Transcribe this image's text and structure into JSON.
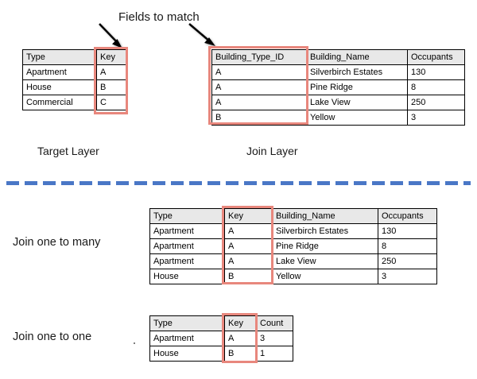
{
  "annotations": {
    "fields_to_match": "Fields to match",
    "target_layer": "Target Layer",
    "join_layer": "Join Layer",
    "join_one_to_many": "Join one to many",
    "join_one_to_one": "Join one to one"
  },
  "colors": {
    "highlight": "#e8877d",
    "header_fill": "#e8e8e8",
    "divider": "#4a77c6",
    "border": "#000000"
  },
  "tables": {
    "target_layer": {
      "headers": [
        "Type",
        "Key"
      ],
      "rows": [
        [
          "Apartment",
          "A"
        ],
        [
          "House",
          "B"
        ],
        [
          "Commercial",
          "C"
        ]
      ],
      "highlight_column": "Key"
    },
    "join_layer": {
      "headers": [
        "Building_Type_ID",
        "Building_Name",
        "Occupants"
      ],
      "rows": [
        [
          "A",
          "Silverbirch Estates",
          "130"
        ],
        [
          "A",
          "Pine Ridge",
          "8"
        ],
        [
          "A",
          "Lake View",
          "250"
        ],
        [
          "B",
          "Yellow",
          "3"
        ]
      ],
      "highlight_column": "Building_Type_ID"
    },
    "one_to_many_result": {
      "headers": [
        "Type",
        "Key",
        "Building_Name",
        "Occupants"
      ],
      "rows": [
        [
          "Apartment",
          "A",
          "Silverbirch Estates",
          "130"
        ],
        [
          "Apartment",
          "A",
          "Pine Ridge",
          "8"
        ],
        [
          "Apartment",
          "A",
          "Lake View",
          "250"
        ],
        [
          "House",
          "B",
          "Yellow",
          "3"
        ]
      ],
      "highlight_column": "Key"
    },
    "one_to_one_result": {
      "headers": [
        "Type",
        "Key",
        "Count"
      ],
      "rows": [
        [
          "Apartment",
          "A",
          "3"
        ],
        [
          "House",
          "B",
          "1"
        ]
      ],
      "highlight_column": "Key"
    }
  }
}
